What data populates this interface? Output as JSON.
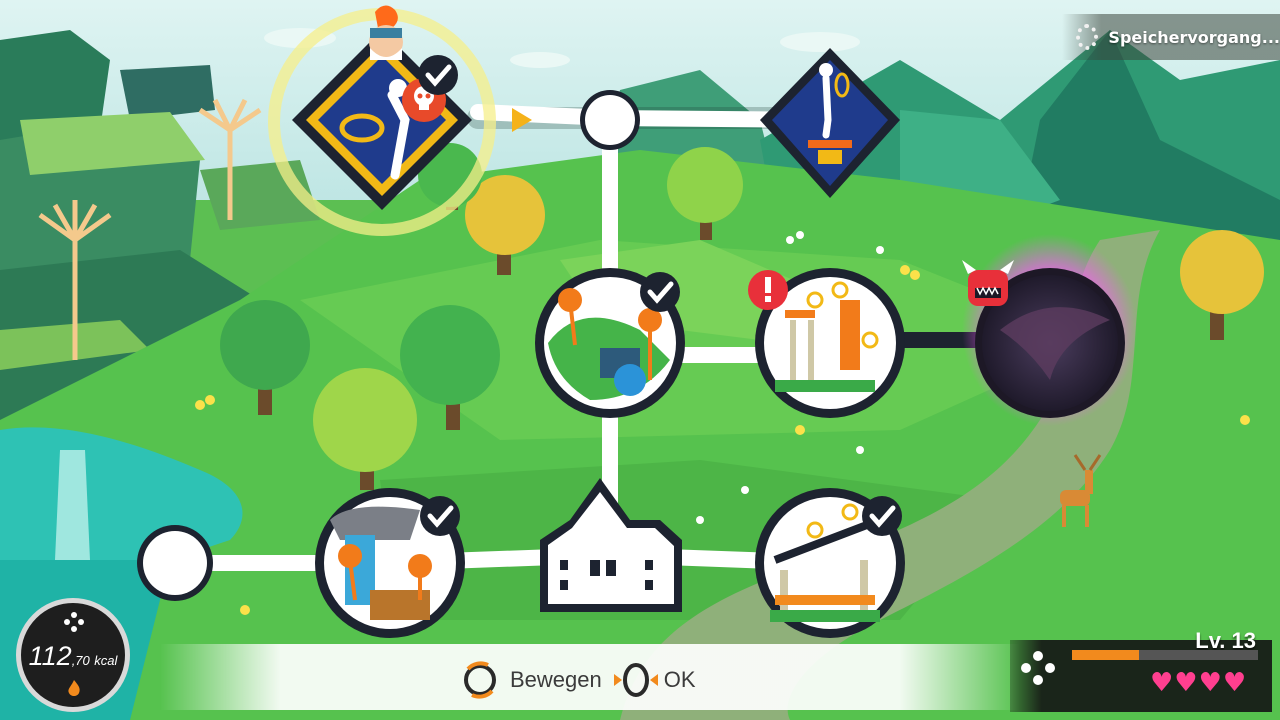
{
  "status": {
    "saving_text": "Speichervorgang..."
  },
  "controls": {
    "move_label": "Bewegen",
    "ok_label": "OK"
  },
  "stats": {
    "kcal_value": "112",
    "kcal_decimal": ",70",
    "kcal_unit": "kcal"
  },
  "player": {
    "level_text": "Lv. 13",
    "xp_fraction": 0.36,
    "hearts": "♥♥♥♥"
  },
  "colors": {
    "accent_orange": "#f28a1d",
    "path_white": "#ffffff",
    "node_outline": "#1d2330",
    "heart_pink": "#ff3f8f",
    "diamond_blue": "#1f3b8c",
    "diamond_yellow": "#f2b916"
  },
  "map": {
    "nodes": [
      {
        "id": "stage-diamond-current",
        "kind": "diamond",
        "icon": "ring-stretch-icon",
        "completed": true,
        "skull": true,
        "selected": true
      },
      {
        "id": "stage-empty-top",
        "kind": "empty"
      },
      {
        "id": "stage-diamond-trainer",
        "kind": "diamond",
        "icon": "trainer-pose-icon",
        "completed": false
      },
      {
        "id": "stage-jungle",
        "kind": "circle",
        "completed": true
      },
      {
        "id": "stage-obstacle-alert",
        "kind": "circle",
        "alert": true
      },
      {
        "id": "stage-dark-boss",
        "kind": "boss"
      },
      {
        "id": "stage-empty-left",
        "kind": "empty"
      },
      {
        "id": "stage-waterfall",
        "kind": "circle",
        "completed": true
      },
      {
        "id": "stage-town",
        "kind": "house"
      },
      {
        "id": "stage-track",
        "kind": "circle",
        "completed": true
      }
    ]
  }
}
